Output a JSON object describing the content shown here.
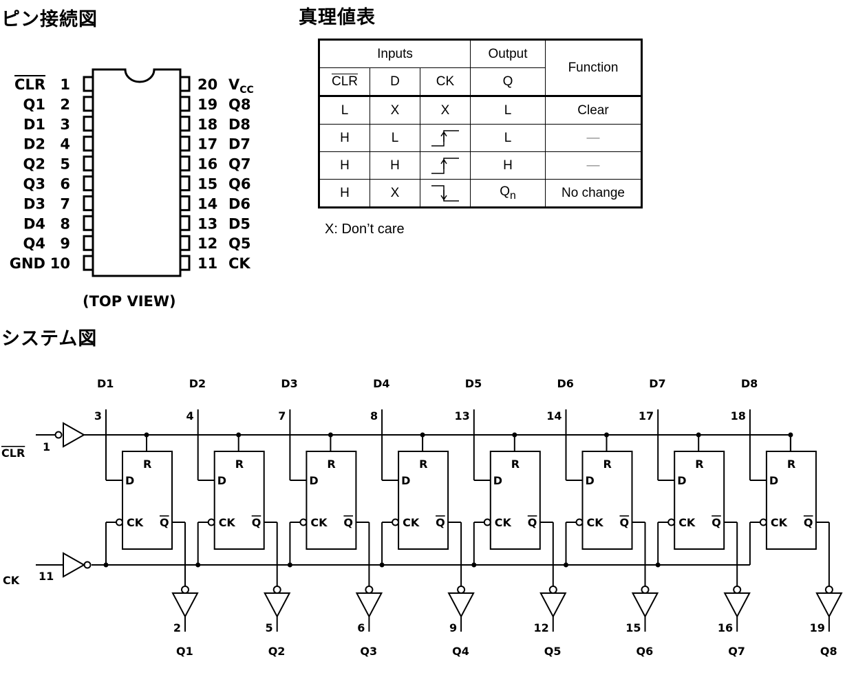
{
  "headings": {
    "pin_diagram": "ピン接続図",
    "truth_table": "真理値表",
    "system_diagram": "システム図"
  },
  "pin_diagram": {
    "left_pins": [
      {
        "name": "CLR",
        "num": "1"
      },
      {
        "name": "Q1",
        "num": "2"
      },
      {
        "name": "D1",
        "num": "3"
      },
      {
        "name": "D2",
        "num": "4"
      },
      {
        "name": "Q2",
        "num": "5"
      },
      {
        "name": "Q3",
        "num": "6"
      },
      {
        "name": "D3",
        "num": "7"
      },
      {
        "name": "D4",
        "num": "8"
      },
      {
        "name": "Q4",
        "num": "9"
      },
      {
        "name": "GND",
        "num": "10"
      }
    ],
    "right_pins": [
      {
        "num": "20",
        "name": "V",
        "sub": "CC"
      },
      {
        "num": "19",
        "name": "Q8"
      },
      {
        "num": "18",
        "name": "D8"
      },
      {
        "num": "17",
        "name": "D7"
      },
      {
        "num": "16",
        "name": "Q7"
      },
      {
        "num": "15",
        "name": "Q6"
      },
      {
        "num": "14",
        "name": "D6"
      },
      {
        "num": "13",
        "name": "D5"
      },
      {
        "num": "12",
        "name": "Q5"
      },
      {
        "num": "11",
        "name": "CK"
      }
    ],
    "view_caption": "(TOP    VIEW)"
  },
  "truth_table": {
    "group_inputs": "Inputs",
    "group_output": "Output",
    "col_function": "Function",
    "col_clr": "CLR",
    "col_d": "D",
    "col_ck": "CK",
    "col_q": "Q",
    "rows": [
      {
        "clr": "L",
        "d": "X",
        "ck": "X",
        "q": "L",
        "fn": "Clear",
        "ck_icon": ""
      },
      {
        "clr": "H",
        "d": "L",
        "ck": "",
        "q": "L",
        "fn": "—",
        "ck_icon": "rising-edge"
      },
      {
        "clr": "H",
        "d": "H",
        "ck": "",
        "q": "H",
        "fn": "—",
        "ck_icon": "rising-edge"
      },
      {
        "clr": "H",
        "d": "X",
        "ck": "",
        "q": "Q",
        "q_sub": "n",
        "fn": "No change",
        "ck_icon": "falling-edge"
      }
    ],
    "note": "X: Don’t care"
  },
  "system_diagram": {
    "d_labels": [
      "D1",
      "D2",
      "D3",
      "D4",
      "D5",
      "D6",
      "D7",
      "D8"
    ],
    "d_pins": [
      "3",
      "4",
      "7",
      "8",
      "13",
      "14",
      "17",
      "18"
    ],
    "q_labels": [
      "Q1",
      "Q2",
      "Q3",
      "Q4",
      "Q5",
      "Q6",
      "Q7",
      "Q8"
    ],
    "q_pins": [
      "2",
      "5",
      "6",
      "9",
      "12",
      "15",
      "16",
      "19"
    ],
    "clr_label": "CLR",
    "clr_pin": "1",
    "ck_label": "CK",
    "ck_pin": "11",
    "ff_r": "R",
    "ff_d": "D",
    "ff_ck": "CK",
    "ff_qbar": "Q"
  }
}
